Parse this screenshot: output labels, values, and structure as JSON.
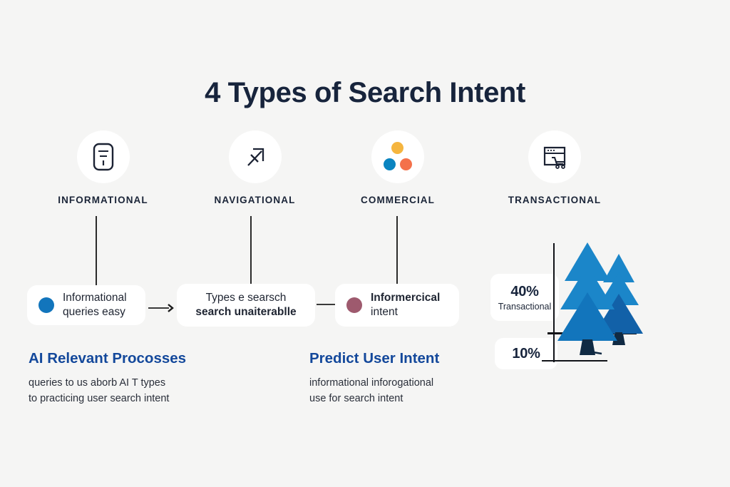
{
  "page": {
    "title": "4 Types of Search Intent",
    "background_color": "#f5f5f4",
    "title_color": "#17243c",
    "accent_blue": "#13489b"
  },
  "categories": [
    {
      "label": "INFORMATIONAL",
      "icon": "document-info-icon"
    },
    {
      "label": "NAVIGATIONAL",
      "icon": "arrow-up-right-icon"
    },
    {
      "label": "COMMERCIAL",
      "icon": "three-dots-icon"
    },
    {
      "label": "TRANSACTIONAL",
      "icon": "browser-cart-icon"
    }
  ],
  "cards": [
    {
      "dot_color": "#1275bc",
      "line1": "Informational",
      "line2": "queries easy",
      "line1_bold": false,
      "line2_bold": false
    },
    {
      "dot_color": null,
      "line1": "Types e searsch",
      "line2": "search unaiterablle",
      "line1_bold": false,
      "line2_bold": true
    },
    {
      "dot_color": "#9e5a6e",
      "line1": "Informercical",
      "line2": "intent",
      "line1_bold": true,
      "line2_bold": false
    }
  ],
  "text_blocks": [
    {
      "heading": "AI Relevant Procosses",
      "body": "queries to us aborb AI T types\nto practicing user search intent"
    },
    {
      "heading": "Predict User Intent",
      "body": "informational inforogational\nuse for search intent"
    }
  ],
  "stats": [
    {
      "value": "40%",
      "label": "Transactional"
    },
    {
      "value": "10%",
      "label": ""
    }
  ],
  "graphic": {
    "name": "pine-trees",
    "tree_color_light": "#1b86c9",
    "tree_color_dark": "#1261a8",
    "trunk_color": "#102a43"
  }
}
